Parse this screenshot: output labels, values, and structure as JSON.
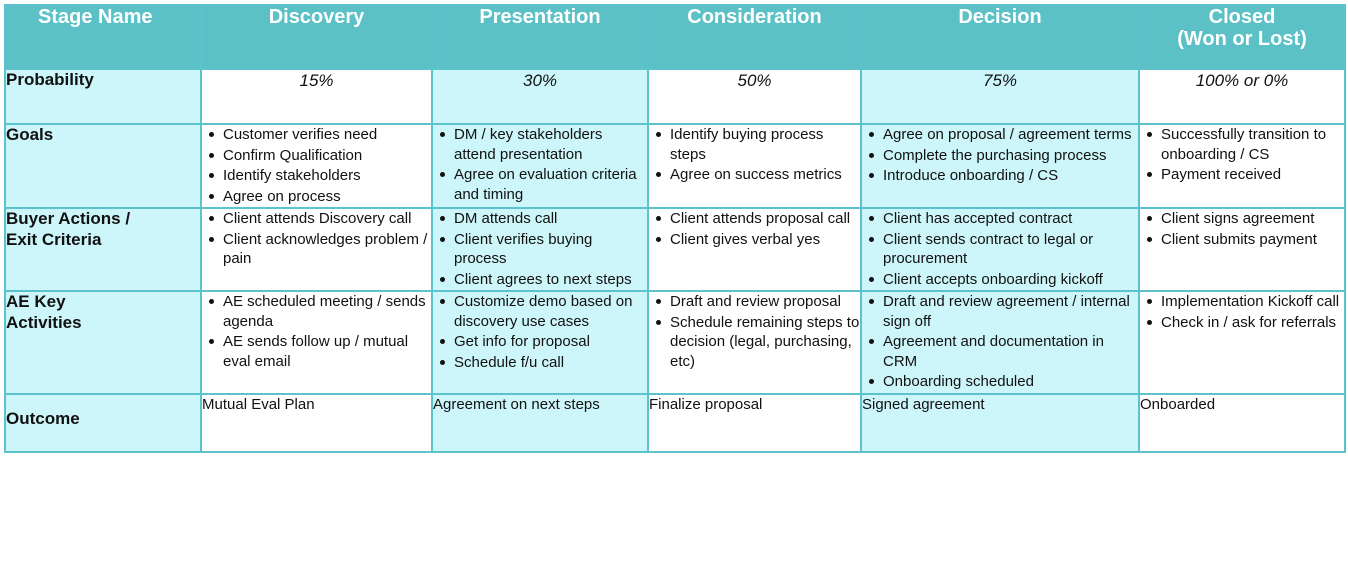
{
  "table": {
    "columns": [
      {
        "key": "label",
        "label": "Stage Name"
      },
      {
        "key": "discovery",
        "label": "Discovery"
      },
      {
        "key": "presentation",
        "label": "Presentation"
      },
      {
        "key": "consideration",
        "label": "Consideration"
      },
      {
        "key": "decision",
        "label": "Decision"
      },
      {
        "key": "closed",
        "label": "Closed",
        "label_line2": "(Won or Lost)"
      }
    ],
    "rows": {
      "probability": {
        "label": "Probability",
        "values": [
          "15%",
          "30%",
          "50%",
          "75%",
          "100% or 0%"
        ]
      },
      "goals": {
        "label": "Goals",
        "cells": [
          [
            "Customer verifies need",
            "Confirm Qualification",
            "Identify stakeholders",
            "Agree on process"
          ],
          [
            "DM / key stakeholders attend presentation",
            "Agree on evaluation criteria and timing"
          ],
          [
            "Identify buying process steps",
            "Agree on success metrics"
          ],
          [
            "Agree on proposal / agreement terms",
            "Complete the purchasing process",
            "Introduce onboarding / CS"
          ],
          [
            "Successfully transition to onboarding / CS",
            "Payment received"
          ]
        ]
      },
      "buyer_actions": {
        "label": "Buyer Actions / Exit Criteria",
        "label_line1": "Buyer Actions /",
        "label_line2": "Exit Criteria",
        "cells": [
          [
            "Client attends Discovery call",
            "Client acknowledges problem / pain"
          ],
          [
            "DM attends call",
            "Client verifies buying process",
            "Client agrees to next steps"
          ],
          [
            "Client attends proposal call",
            "Client gives verbal yes"
          ],
          [
            "Client has accepted contract",
            "Client sends contract to legal or procurement",
            "Client accepts onboarding kickoff"
          ],
          [
            "Client signs agreement",
            "Client submits payment"
          ]
        ]
      },
      "ae_key_activities": {
        "label": "AE Key Activities",
        "label_line1": "AE Key",
        "label_line2": "Activities",
        "cells": [
          [
            "AE scheduled meeting / sends agenda",
            "AE sends follow up / mutual eval email"
          ],
          [
            "Customize demo based on discovery use cases",
            "Get info for proposal",
            "Schedule f/u call"
          ],
          [
            "Draft and review proposal",
            "Schedule remaining steps to decision (legal, purchasing, etc)"
          ],
          [
            "Draft and review agreement / internal sign off",
            "Agreement and documentation in CRM",
            "Onboarding scheduled"
          ],
          [
            "Implementation Kickoff call",
            "Check in / ask for referrals"
          ]
        ]
      },
      "outcome": {
        "label": "Outcome",
        "values": [
          "Mutual Eval Plan",
          "Agreement on next steps",
          "Finalize proposal",
          "Signed agreement",
          "Onboarded"
        ]
      }
    }
  },
  "colors": {
    "header_teal": "#5cc1c6",
    "border_teal": "#5cc3cd",
    "cell_cyan": "#cdf6fa",
    "cell_white": "#ffffff",
    "text": "#111111",
    "header_text": "#ffffff"
  }
}
